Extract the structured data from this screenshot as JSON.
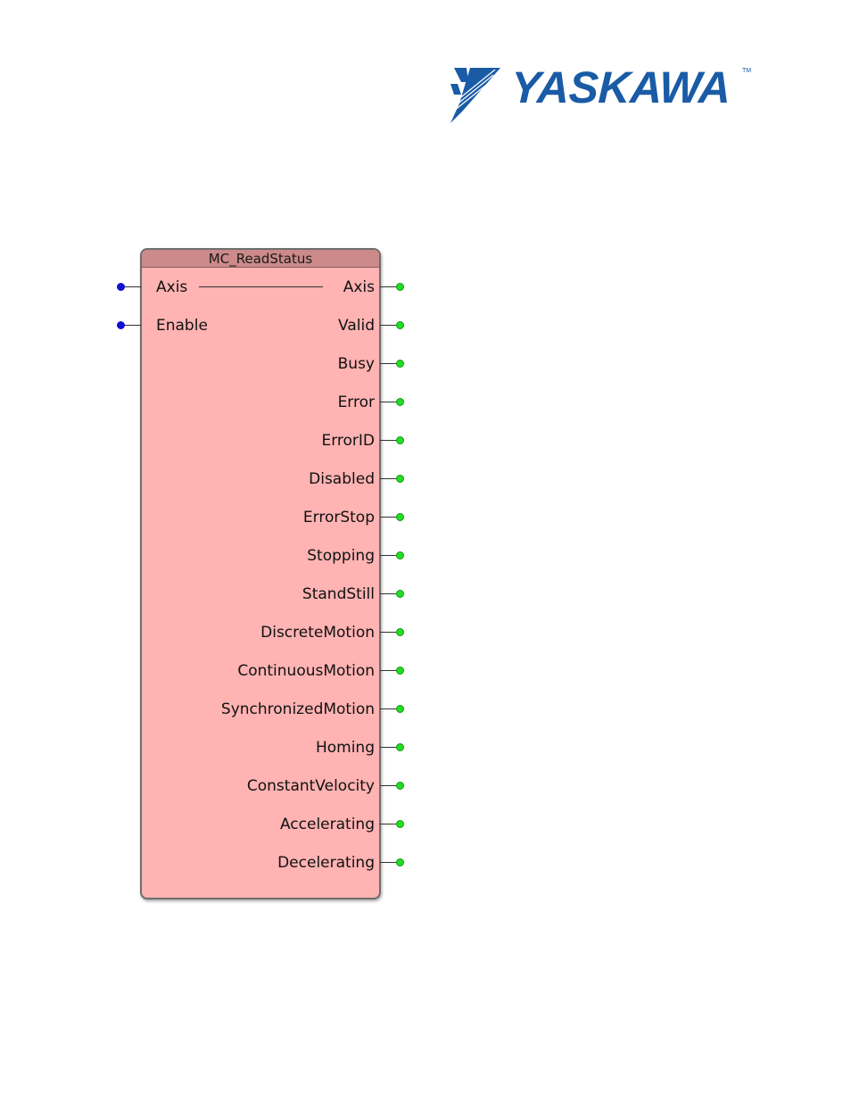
{
  "logo": {
    "text": "YASKAWA",
    "tm": "TM",
    "color": "#1a5ba6"
  },
  "block": {
    "title": "MC_ReadStatus",
    "inputs": [
      "Axis",
      "Enable"
    ],
    "outputs": [
      "Axis",
      "Valid",
      "Busy",
      "Error",
      "ErrorID",
      "Disabled",
      "ErrorStop",
      "Stopping",
      "StandStill",
      "DiscreteMotion",
      "ContinuousMotion",
      "SynchronizedMotion",
      "Homing",
      "ConstantVelocity",
      "Accelerating",
      "Decelerating"
    ],
    "colors": {
      "body": "#ffb3b3",
      "title_bar": "#cc8a8a",
      "input_pin": "#1010d0",
      "output_pin": "#22dd22"
    }
  }
}
